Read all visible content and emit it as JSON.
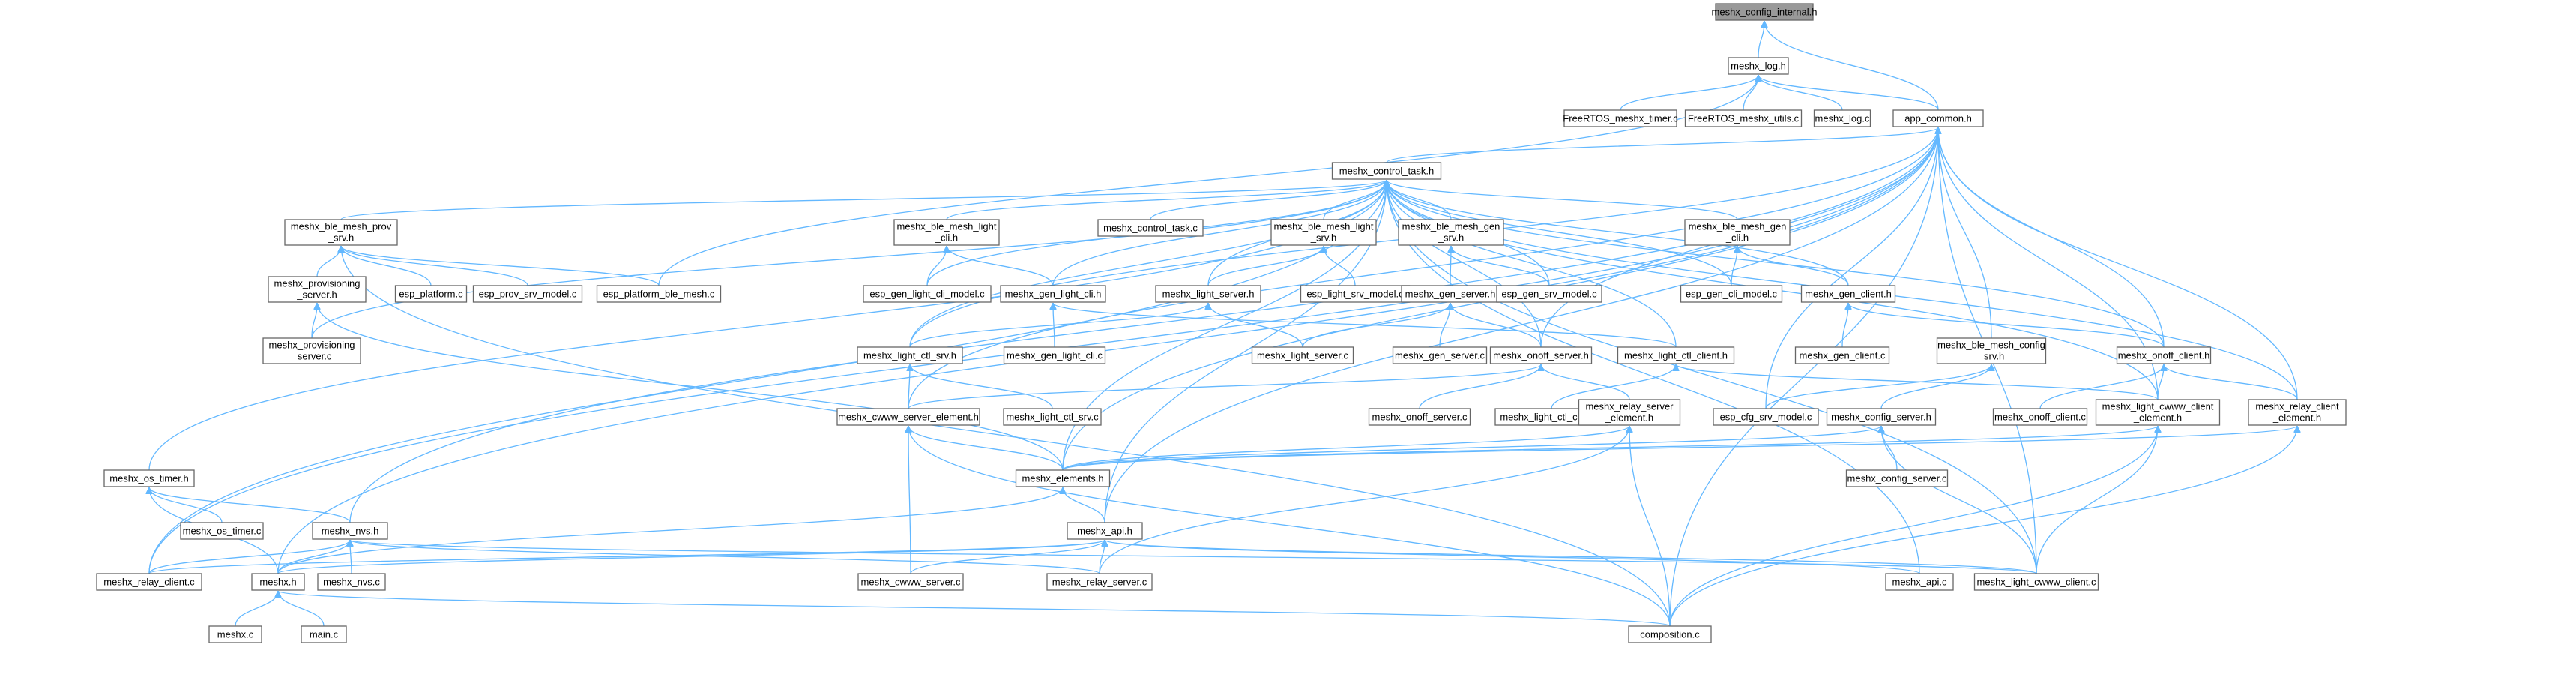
{
  "graph": {
    "colors": {
      "edge": "#63b8ff",
      "node_border": "#666666",
      "node_fill": "#ffffff",
      "root_fill": "#999999",
      "text": "#000000"
    },
    "nodes": [
      {
        "id": "cfg_int",
        "label": "meshx_config_internal.h",
        "root": true
      },
      {
        "id": "log_h",
        "label": "meshx_log.h"
      },
      {
        "id": "frt_timer",
        "label": "FreeRTOS_meshx_timer.c"
      },
      {
        "id": "frt_utils",
        "label": "FreeRTOS_meshx_utils.c"
      },
      {
        "id": "log_c",
        "label": "meshx_log.c"
      },
      {
        "id": "app_common",
        "label": "app_common.h"
      },
      {
        "id": "ctl_task_h",
        "label": "meshx_control_task.h"
      },
      {
        "id": "prov_srv_h",
        "label": [
          "meshx_ble_mesh_prov",
          "_srv.h"
        ]
      },
      {
        "id": "ble_light_cli_h",
        "label": [
          "meshx_ble_mesh_light",
          "_cli.h"
        ]
      },
      {
        "id": "ctl_task_c",
        "label": "meshx_control_task.c"
      },
      {
        "id": "ble_light_srv_h",
        "label": [
          "meshx_ble_mesh_light",
          "_srv.h"
        ]
      },
      {
        "id": "ble_gen_srv_h",
        "label": [
          "meshx_ble_mesh_gen",
          "_srv.h"
        ]
      },
      {
        "id": "ble_gen_cli_h",
        "label": [
          "meshx_ble_mesh_gen",
          "_cli.h"
        ]
      },
      {
        "id": "provisioning_server_h",
        "label": [
          "meshx_provisioning",
          "_server.h"
        ]
      },
      {
        "id": "esp_platform_c",
        "label": "esp_platform.c"
      },
      {
        "id": "esp_prov_srv_model_c",
        "label": "esp_prov_srv_model.c"
      },
      {
        "id": "esp_platform_ble_mesh_c",
        "label": "esp_platform_ble_mesh.c"
      },
      {
        "id": "esp_gen_light_cli_model_c",
        "label": "esp_gen_light_cli_model.c"
      },
      {
        "id": "gen_light_cli_h",
        "label": "meshx_gen_light_cli.h"
      },
      {
        "id": "light_server_h",
        "label": "meshx_light_server.h"
      },
      {
        "id": "esp_light_srv_model_c",
        "label": "esp_light_srv_model.c"
      },
      {
        "id": "gen_server_h",
        "label": "meshx_gen_server.h"
      },
      {
        "id": "esp_gen_srv_model_c",
        "label": "esp_gen_srv_model.c"
      },
      {
        "id": "esp_gen_cli_model_c",
        "label": "esp_gen_cli_model.c"
      },
      {
        "id": "gen_client_h",
        "label": "meshx_gen_client.h"
      },
      {
        "id": "provisioning_server_c",
        "label": [
          "meshx_provisioning",
          "_server.c"
        ]
      },
      {
        "id": "light_ctl_srv_h",
        "label": "meshx_light_ctl_srv.h"
      },
      {
        "id": "gen_light_cli_c",
        "label": "meshx_gen_light_cli.c"
      },
      {
        "id": "light_server_c",
        "label": "meshx_light_server.c"
      },
      {
        "id": "gen_server_c",
        "label": "meshx_gen_server.c"
      },
      {
        "id": "onoff_server_h",
        "label": "meshx_onoff_server.h"
      },
      {
        "id": "light_ctl_client_h",
        "label": "meshx_light_ctl_client.h"
      },
      {
        "id": "gen_client_c",
        "label": "meshx_gen_client.c"
      },
      {
        "id": "ble_config_srv_h",
        "label": [
          "meshx_ble_mesh_config",
          "_srv.h"
        ]
      },
      {
        "id": "onoff_client_h",
        "label": "meshx_onoff_client.h"
      },
      {
        "id": "cwww_server_element_h",
        "label": "meshx_cwww_server_element.h"
      },
      {
        "id": "light_ctl_srv_c",
        "label": "meshx_light_ctl_srv.c"
      },
      {
        "id": "onoff_server_c",
        "label": "meshx_onoff_server.c"
      },
      {
        "id": "light_ctl_client_c",
        "label": "meshx_light_ctl_client.c"
      },
      {
        "id": "relay_server_element_h",
        "label": [
          "meshx_relay_server",
          "_element.h"
        ]
      },
      {
        "id": "esp_cfg_srv_model_c",
        "label": "esp_cfg_srv_model.c"
      },
      {
        "id": "config_server_h",
        "label": "meshx_config_server.h"
      },
      {
        "id": "onoff_client_c",
        "label": "meshx_onoff_client.c"
      },
      {
        "id": "light_cwww_client_element_h",
        "label": [
          "meshx_light_cwww_client",
          "_element.h"
        ]
      },
      {
        "id": "relay_client_element_h",
        "label": [
          "meshx_relay_client",
          "_element.h"
        ]
      },
      {
        "id": "os_timer_h",
        "label": "meshx_os_timer.h"
      },
      {
        "id": "elements_h",
        "label": "meshx_elements.h"
      },
      {
        "id": "config_server_c",
        "label": "meshx_config_server.c"
      },
      {
        "id": "os_timer_c",
        "label": "meshx_os_timer.c"
      },
      {
        "id": "nvs_h",
        "label": "meshx_nvs.h"
      },
      {
        "id": "api_h",
        "label": "meshx_api.h"
      },
      {
        "id": "relay_client_c",
        "label": "meshx_relay_client.c"
      },
      {
        "id": "meshx_h",
        "label": "meshx.h"
      },
      {
        "id": "nvs_c",
        "label": "meshx_nvs.c"
      },
      {
        "id": "cwww_server_c",
        "label": "meshx_cwww_server.c"
      },
      {
        "id": "relay_server_c",
        "label": "meshx_relay_server.c"
      },
      {
        "id": "api_c",
        "label": "meshx_api.c"
      },
      {
        "id": "light_cwww_client_c",
        "label": "meshx_light_cwww_client.c"
      },
      {
        "id": "meshx_c",
        "label": "meshx.c"
      },
      {
        "id": "main_c",
        "label": "main.c"
      },
      {
        "id": "composition_c",
        "label": "composition.c"
      }
    ],
    "edges": [
      [
        "log_h",
        "cfg_int"
      ],
      [
        "app_common",
        "cfg_int"
      ],
      [
        "frt_timer",
        "log_h"
      ],
      [
        "frt_utils",
        "log_h"
      ],
      [
        "log_c",
        "log_h"
      ],
      [
        "app_common",
        "log_h"
      ],
      [
        "esp_platform_ble_mesh_c",
        "log_h"
      ],
      [
        "ctl_task_h",
        "app_common"
      ],
      [
        "cwww_server_element_h",
        "app_common"
      ],
      [
        "light_ctl_srv_h",
        "app_common"
      ],
      [
        "onoff_server_h",
        "app_common"
      ],
      [
        "esp_cfg_srv_model_c",
        "app_common"
      ],
      [
        "ble_config_srv_h",
        "app_common"
      ],
      [
        "api_h",
        "app_common"
      ],
      [
        "onoff_client_h",
        "app_common"
      ],
      [
        "light_cwww_client_element_h",
        "app_common"
      ],
      [
        "relay_client_element_h",
        "app_common"
      ],
      [
        "light_cwww_client_c",
        "app_common"
      ],
      [
        "composition_c",
        "app_common"
      ],
      [
        "nvs_h",
        "app_common"
      ],
      [
        "relay_client_c",
        "app_common"
      ],
      [
        "meshx_h",
        "app_common"
      ],
      [
        "elements_h",
        "app_common"
      ],
      [
        "prov_srv_h",
        "ctl_task_h"
      ],
      [
        "ble_light_cli_h",
        "ctl_task_h"
      ],
      [
        "ctl_task_c",
        "ctl_task_h"
      ],
      [
        "ble_light_srv_h",
        "ctl_task_h"
      ],
      [
        "ble_gen_srv_h",
        "ctl_task_h"
      ],
      [
        "ble_gen_cli_h",
        "ctl_task_h"
      ],
      [
        "esp_gen_light_cli_model_c",
        "ctl_task_h"
      ],
      [
        "gen_light_cli_h",
        "ctl_task_h"
      ],
      [
        "light_server_h",
        "ctl_task_h"
      ],
      [
        "esp_gen_srv_model_c",
        "ctl_task_h"
      ],
      [
        "esp_gen_cli_model_c",
        "ctl_task_h"
      ],
      [
        "gen_client_h",
        "ctl_task_h"
      ],
      [
        "light_ctl_srv_h",
        "ctl_task_h"
      ],
      [
        "light_ctl_client_h",
        "ctl_task_h"
      ],
      [
        "onoff_server_h",
        "ctl_task_h"
      ],
      [
        "onoff_client_h",
        "ctl_task_h"
      ],
      [
        "light_cwww_client_element_h",
        "ctl_task_h"
      ],
      [
        "relay_client_element_h",
        "ctl_task_h"
      ],
      [
        "os_timer_h",
        "ctl_task_h"
      ],
      [
        "provisioning_server_c",
        "ctl_task_h"
      ],
      [
        "relay_client_c",
        "ctl_task_h"
      ],
      [
        "api_h",
        "ctl_task_h"
      ],
      [
        "api_c",
        "ctl_task_h"
      ],
      [
        "light_cwww_client_c",
        "ctl_task_h"
      ],
      [
        "elements_h",
        "ctl_task_h"
      ],
      [
        "provisioning_server_h",
        "prov_srv_h"
      ],
      [
        "esp_platform_c",
        "prov_srv_h"
      ],
      [
        "esp_prov_srv_model_c",
        "prov_srv_h"
      ],
      [
        "esp_platform_ble_mesh_c",
        "prov_srv_h"
      ],
      [
        "composition_c",
        "prov_srv_h"
      ],
      [
        "esp_gen_light_cli_model_c",
        "ble_light_cli_h"
      ],
      [
        "gen_light_cli_h",
        "ble_light_cli_h"
      ],
      [
        "light_server_h",
        "ble_light_srv_h"
      ],
      [
        "esp_light_srv_model_c",
        "ble_light_srv_h"
      ],
      [
        "gen_server_h",
        "ble_gen_srv_h"
      ],
      [
        "esp_gen_srv_model_c",
        "ble_gen_srv_h"
      ],
      [
        "esp_gen_cli_model_c",
        "ble_gen_cli_h"
      ],
      [
        "gen_client_h",
        "ble_gen_cli_h"
      ],
      [
        "provisioning_server_c",
        "provisioning_server_h"
      ],
      [
        "elements_h",
        "provisioning_server_h"
      ],
      [
        "gen_light_cli_c",
        "gen_light_cli_h"
      ],
      [
        "light_ctl_client_h",
        "gen_light_cli_h"
      ],
      [
        "light_ctl_srv_h",
        "light_server_h"
      ],
      [
        "light_server_c",
        "light_server_h"
      ],
      [
        "light_server_c",
        "gen_server_h"
      ],
      [
        "gen_server_c",
        "gen_server_h"
      ],
      [
        "onoff_server_h",
        "gen_server_h"
      ],
      [
        "gen_client_c",
        "gen_client_h"
      ],
      [
        "onoff_client_h",
        "gen_client_h"
      ],
      [
        "cwww_server_element_h",
        "light_ctl_srv_h"
      ],
      [
        "light_ctl_srv_c",
        "light_ctl_srv_h"
      ],
      [
        "cwww_server_element_h",
        "onoff_server_h"
      ],
      [
        "onoff_server_c",
        "onoff_server_h"
      ],
      [
        "relay_server_element_h",
        "onoff_server_h"
      ],
      [
        "light_ctl_client_c",
        "light_ctl_client_h"
      ],
      [
        "light_cwww_client_element_h",
        "light_ctl_client_h"
      ],
      [
        "esp_cfg_srv_model_c",
        "ble_config_srv_h"
      ],
      [
        "config_server_h",
        "ble_config_srv_h"
      ],
      [
        "onoff_client_c",
        "onoff_client_h"
      ],
      [
        "light_cwww_client_element_h",
        "onoff_client_h"
      ],
      [
        "relay_client_element_h",
        "onoff_client_h"
      ],
      [
        "elements_h",
        "cwww_server_element_h"
      ],
      [
        "cwww_server_c",
        "cwww_server_element_h"
      ],
      [
        "composition_c",
        "cwww_server_element_h"
      ],
      [
        "elements_h",
        "relay_server_element_h"
      ],
      [
        "relay_server_c",
        "relay_server_element_h"
      ],
      [
        "composition_c",
        "relay_server_element_h"
      ],
      [
        "elements_h",
        "config_server_h"
      ],
      [
        "config_server_c",
        "config_server_h"
      ],
      [
        "light_cwww_client_c",
        "config_server_h"
      ],
      [
        "elements_h",
        "light_cwww_client_element_h"
      ],
      [
        "light_cwww_client_c",
        "light_cwww_client_element_h"
      ],
      [
        "composition_c",
        "light_cwww_client_element_h"
      ],
      [
        "elements_h",
        "relay_client_element_h"
      ],
      [
        "composition_c",
        "relay_client_element_h"
      ],
      [
        "os_timer_c",
        "os_timer_h"
      ],
      [
        "nvs_h",
        "os_timer_h"
      ],
      [
        "meshx_h",
        "os_timer_h"
      ],
      [
        "api_h",
        "elements_h"
      ],
      [
        "meshx_h",
        "elements_h"
      ],
      [
        "nvs_c",
        "nvs_h"
      ],
      [
        "meshx_h",
        "nvs_h"
      ],
      [
        "relay_client_c",
        "nvs_h"
      ],
      [
        "relay_server_c",
        "nvs_h"
      ],
      [
        "light_cwww_client_c",
        "nvs_h"
      ],
      [
        "meshx_h",
        "api_h"
      ],
      [
        "relay_client_c",
        "api_h"
      ],
      [
        "cwww_server_c",
        "api_h"
      ],
      [
        "relay_server_c",
        "api_h"
      ],
      [
        "api_c",
        "api_h"
      ],
      [
        "light_cwww_client_c",
        "api_h"
      ],
      [
        "meshx_c",
        "meshx_h"
      ],
      [
        "main_c",
        "meshx_h"
      ],
      [
        "composition_c",
        "meshx_h"
      ]
    ]
  }
}
